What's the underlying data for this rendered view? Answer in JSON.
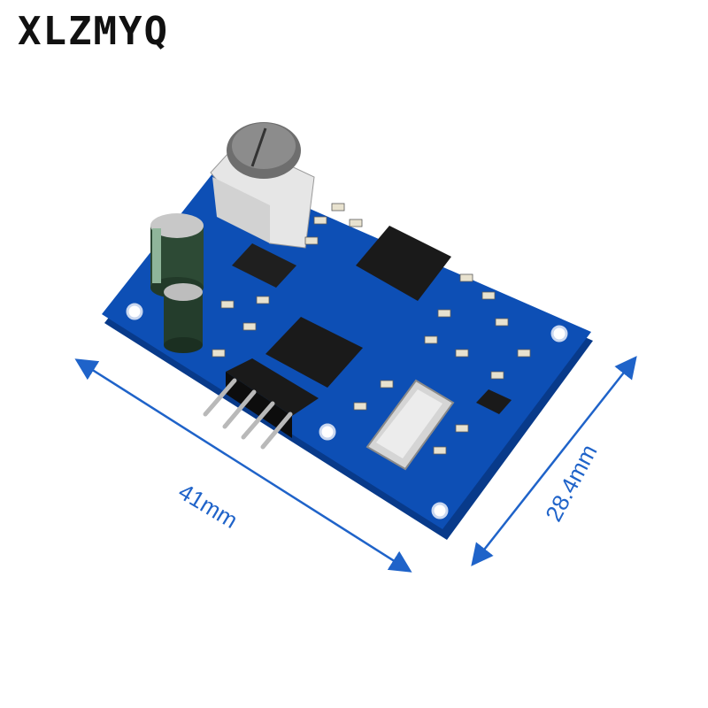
{
  "brand": {
    "text": "XLZMYQ"
  },
  "dimensions": {
    "width": "41mm",
    "height": "28.4mm"
  },
  "colors": {
    "pcb": "#0d4fb5",
    "pcb_dark": "#083a8a",
    "dimension_line": "#1f63c9",
    "capacitor": "#2d4a35",
    "chip": "#1a1a1a",
    "header_pin": "#b9b9b9"
  }
}
